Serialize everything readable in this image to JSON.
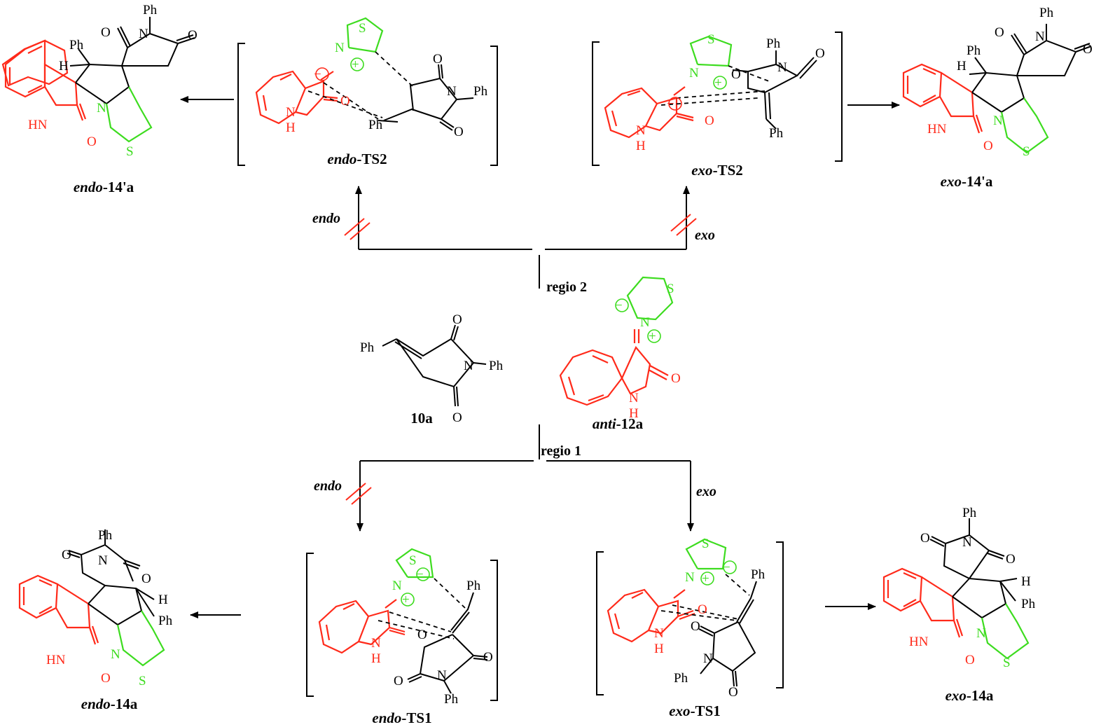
{
  "colors": {
    "oxindole": "#ff2a1a",
    "thiazolidine": "#3ddc1f",
    "skeleton": "#000000",
    "blocked_marker": "#ff2a1a"
  },
  "reactants": {
    "dipolarophile": {
      "bold": "10a",
      "italic": ""
    },
    "ylide": {
      "italic": "anti",
      "bold": "-12a"
    }
  },
  "paths": {
    "regio2": "regio 2",
    "regio1": "regio 1",
    "endo": "endo",
    "exo": "exo"
  },
  "structures": {
    "endo_TS2": {
      "italic": "endo",
      "bold": "-TS2"
    },
    "exo_TS2": {
      "italic": "exo",
      "bold": "-TS2"
    },
    "endo_14pa": {
      "italic": "endo",
      "bold": "-14'a"
    },
    "exo_14pa": {
      "italic": "exo",
      "bold": "-14'a"
    },
    "endo_TS1": {
      "italic": "endo",
      "bold": "-TS1"
    },
    "exo_TS1": {
      "italic": "exo",
      "bold": "-TS1"
    },
    "endo_14a": {
      "italic": "endo",
      "bold": "-14a"
    },
    "exo_14a": {
      "italic": "exo",
      "bold": "-14a"
    }
  },
  "atoms": {
    "O": "O",
    "N": "N",
    "S": "S",
    "H": "H",
    "HN": "HN",
    "Ph": "Ph",
    "plus": "+",
    "minus": "−"
  }
}
